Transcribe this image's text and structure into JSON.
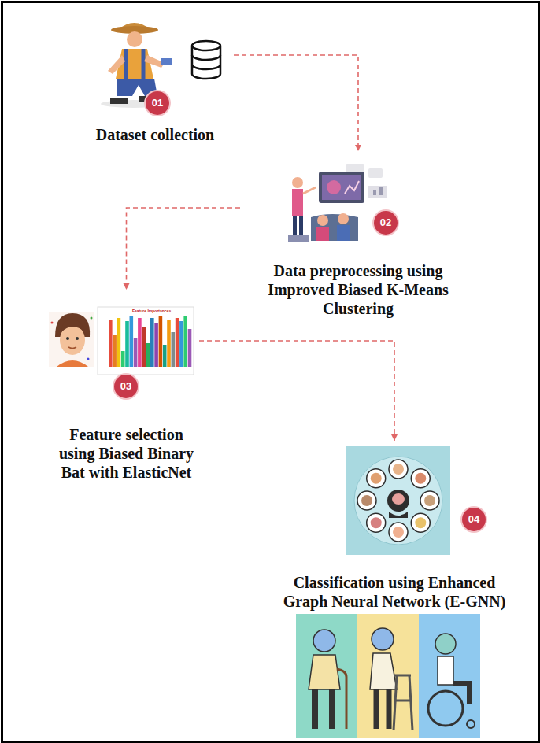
{
  "diagram": {
    "nodes": [
      {
        "text": [
          "Dataset collection"
        ]
      },
      {
        "text": [
          "Data preprocessing using Improved Biased K-Means Clustering"
        ]
      },
      {
        "text": [
          "Feature selection using Biased Binary Bat with ElasticNet"
        ]
      },
      {
        "text": [
          "Classification using Enhanced Graph Neural Network (E-GNN)"
        ]
      }
    ],
    "edges": [
      {
        "from": 0,
        "to": 1,
        "arrow": "to"
      },
      {
        "from": 1,
        "to": 2,
        "arrow": "to"
      },
      {
        "from": 2,
        "to": 3,
        "arrow": "to"
      }
    ],
    "labels": [
      "01",
      "02",
      "03",
      "04",
      "Feature Importances"
    ]
  }
}
